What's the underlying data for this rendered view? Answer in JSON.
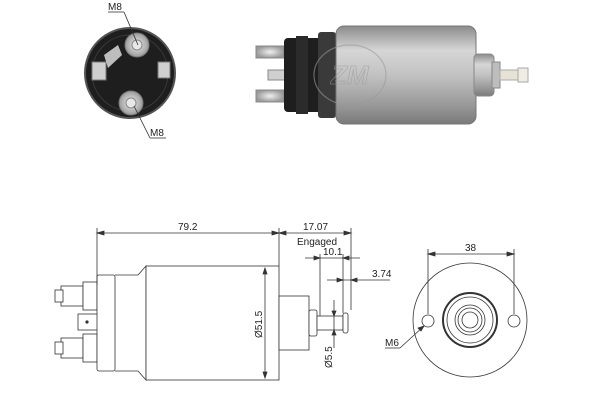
{
  "photo_end_view": {
    "labels": {
      "top_terminal": "M8",
      "bottom_terminal": "M8"
    }
  },
  "photo_side_view": {
    "watermark": "ZM"
  },
  "drawing_side_view": {
    "dims": {
      "body_length": "79.2",
      "plunger_travel": "17.07",
      "engaged_label": "Engaged",
      "engaged_offset": "10.1",
      "tip_length": "3.74",
      "body_diameter": "Ø51.5",
      "tip_diameter": "Ø5.5"
    }
  },
  "drawing_end_view": {
    "dims": {
      "hole_spacing": "38",
      "hole_thread": "M6"
    }
  },
  "colors": {
    "line": "#333333",
    "photo_dark": "#1e1e1e",
    "photo_metal": "#b8b8b8",
    "background": "#ffffff"
  }
}
